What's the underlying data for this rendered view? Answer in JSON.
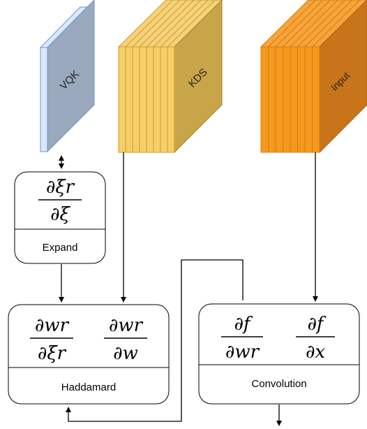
{
  "tensors": {
    "vqk": {
      "label": "VQK",
      "color": "#9aa9bd"
    },
    "kds": {
      "label": "KDS",
      "color": "#f4c965"
    },
    "input": {
      "label": "Input",
      "color": "#f59a1d"
    }
  },
  "expand_box": {
    "num": "∂ξr",
    "den": "∂ξ",
    "label": "Expand"
  },
  "haddamard_box": {
    "frac1_num": "∂wr",
    "frac1_den": "∂ξr",
    "frac2_num": "∂wr",
    "frac2_den": "∂w",
    "label": "Haddamard"
  },
  "convolution_box": {
    "frac1_num": "∂f",
    "frac1_den": "∂wr",
    "frac2_num": "∂f",
    "frac2_den": "∂x",
    "label": "Convolution"
  }
}
